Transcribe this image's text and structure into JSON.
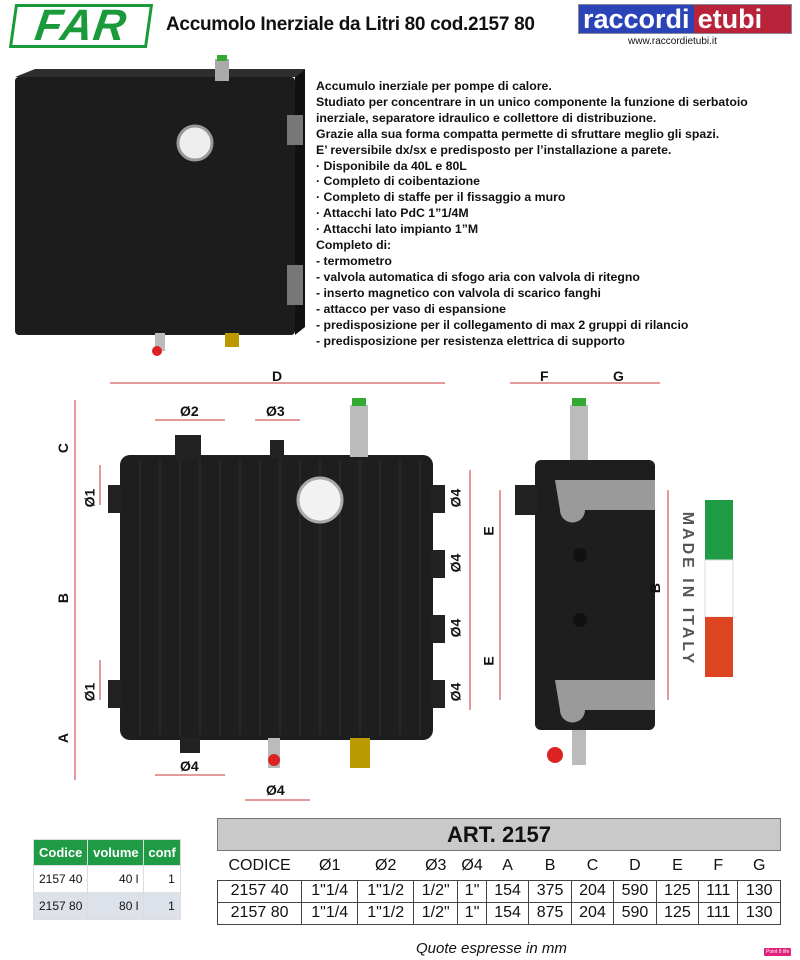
{
  "header": {
    "brand_logo": "FAR",
    "title": "Accumolo Inerziale da Litri  80 cod.2157 80",
    "shop_logo_a": "raccordi",
    "shop_logo_e": "e",
    "shop_logo_b": "tubi",
    "shop_url": "www.raccordietubi.it"
  },
  "description": [
    "Accumulo inerziale per pompe di calore.",
    "Studiato per concentrare in un unico componente la funzione di serbatoio",
    "inerziale, separatore idraulico e collettore di distribuzione.",
    "Grazie alla sua forma compatta permette di sfruttare meglio gli spazi.",
    "E’ reversibile dx/sx e predisposto per l’installazione a parete.",
    "· Disponibile da 40L e 80L",
    "· Completo di coibentazione",
    "· Completo di staffe per il fissaggio a muro",
    "· Attacchi lato PdC 1”1/4M",
    "· Attacchi lato impianto 1”M",
    "Completo di:",
    "- termometro",
    "- valvola automatica di sfogo aria con valvola di ritegno",
    "- inserto magnetico con valvola di scarico fanghi",
    "- attacco per vaso di espansione",
    "- predisposizione per il collegamento di max 2 gruppi di rilancio",
    "- predisposizione per resistenza elettrica di supporto"
  ],
  "drawing": {
    "D": "D",
    "C": "C",
    "B": "B",
    "A": "A",
    "E": "E",
    "F": "F",
    "G": "G",
    "d1": "Ø1",
    "d2": "Ø2",
    "d3": "Ø3",
    "d4": "Ø4",
    "made_in": "MADE IN ITALY"
  },
  "left_table": {
    "headers": [
      "Codice",
      "volume",
      "conf"
    ],
    "rows": [
      [
        "2157 40",
        "40 l",
        "1"
      ],
      [
        "2157 80",
        "80 l",
        "1"
      ]
    ]
  },
  "main_table": {
    "title": "ART. 2157",
    "headers": [
      "CODICE",
      "Ø1",
      "Ø2",
      "Ø3",
      "Ø4",
      "A",
      "B",
      "C",
      "D",
      "E",
      "F",
      "G"
    ],
    "rows": [
      [
        "2157 40",
        "1\"1/4",
        "1\"1/2",
        "1/2\"",
        "1\"",
        "154",
        "375",
        "204",
        "590",
        "125",
        "111",
        "130"
      ],
      [
        "2157 80",
        "1\"1/4",
        "1\"1/2",
        "1/2\"",
        "1\"",
        "154",
        "875",
        "204",
        "590",
        "125",
        "111",
        "130"
      ]
    ]
  },
  "footer": {
    "note": "Quote espresse in mm",
    "badge": "Point 8 life"
  }
}
